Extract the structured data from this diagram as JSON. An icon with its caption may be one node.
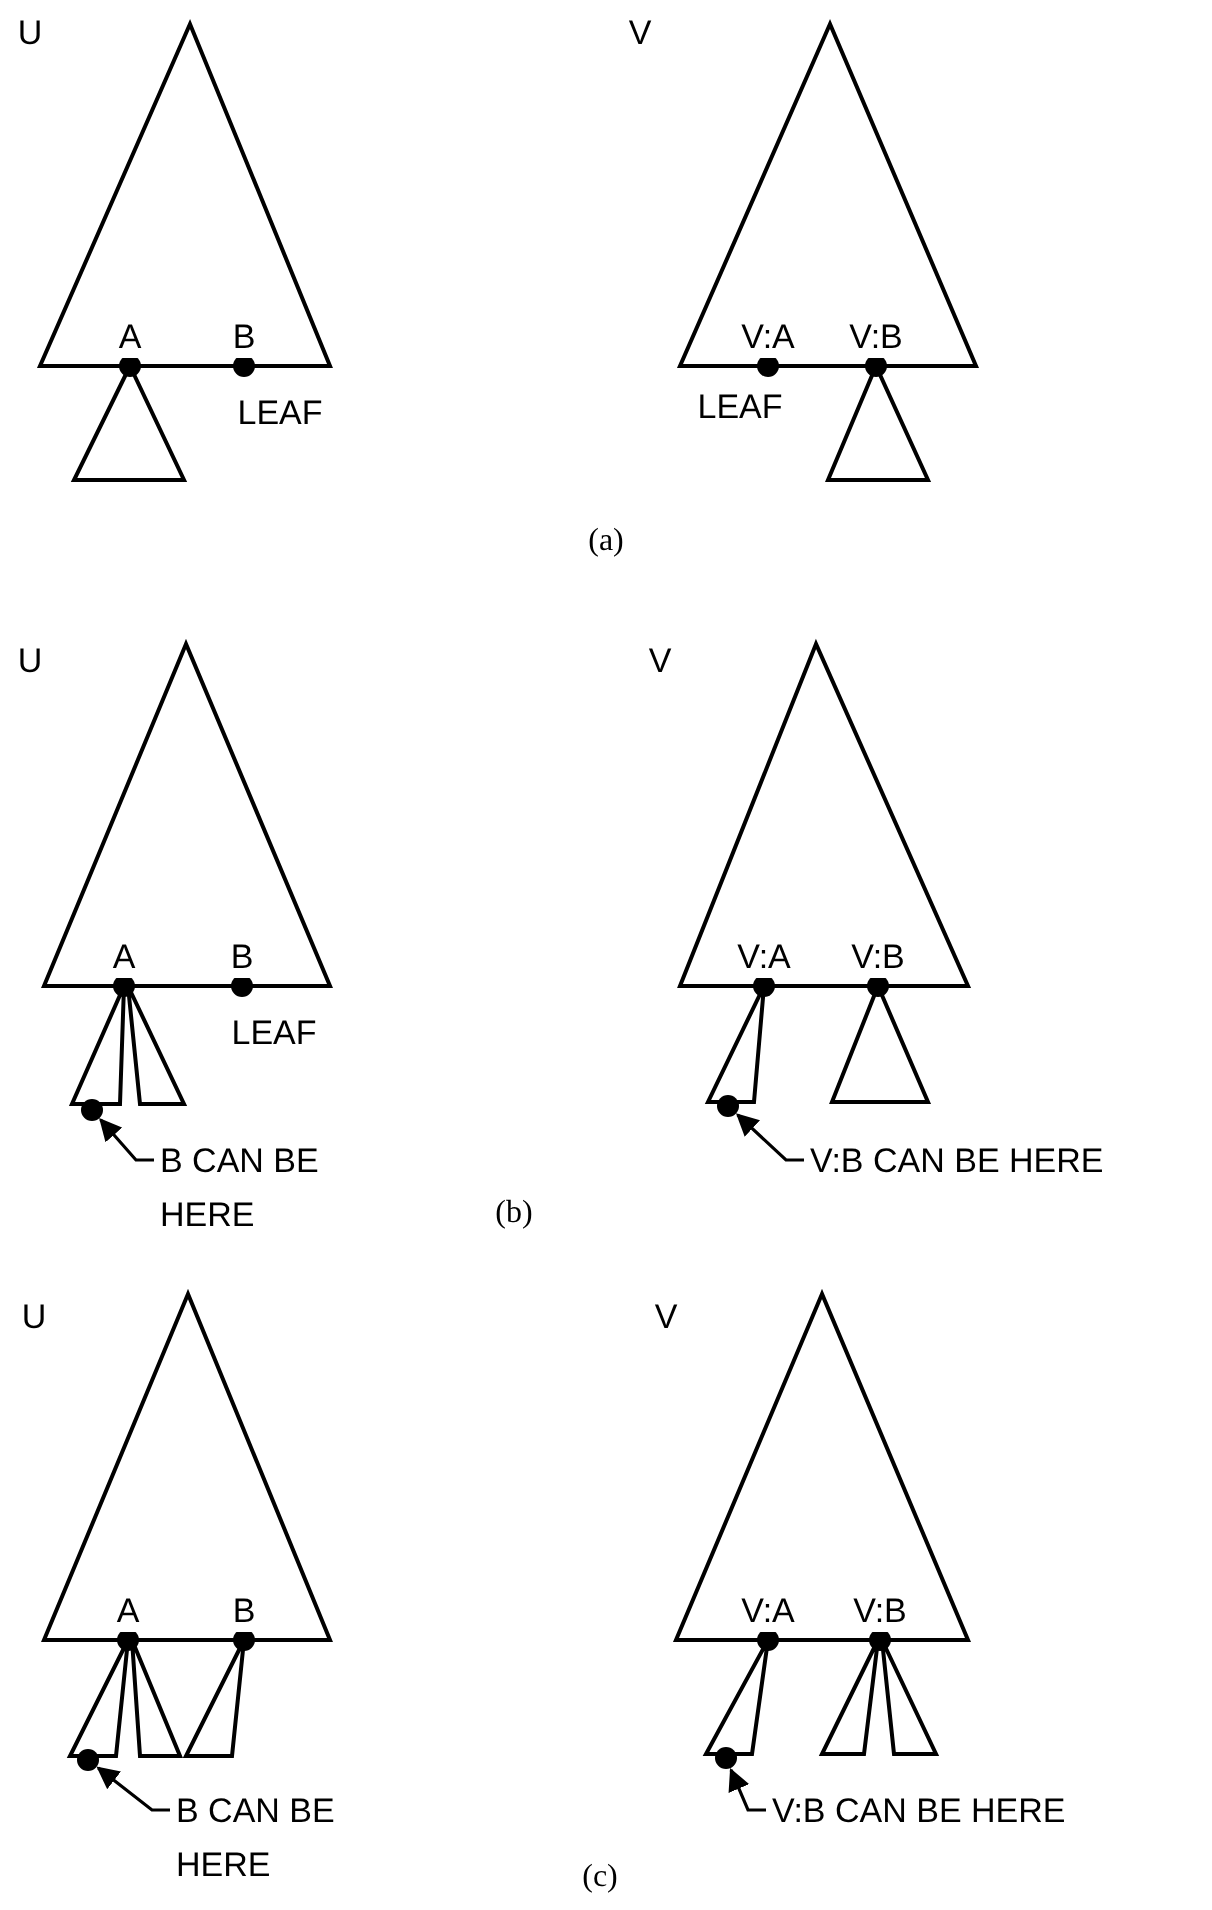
{
  "diagram": {
    "nodes": [
      {
        "text": [],
        "shape": "circle"
      },
      {
        "text": [
          "B CAN BE HERE"
        ]
      },
      {
        "text": [],
        "shape": "circle"
      },
      {
        "text": [
          "V:B CAN BE HERE"
        ]
      },
      {
        "text": [],
        "shape": "circle"
      },
      {
        "text": [
          "B CAN BE HERE"
        ]
      },
      {
        "text": [],
        "shape": "circle"
      },
      {
        "text": [
          "V:B CAN BE HERE"
        ]
      }
    ],
    "edges": [
      {
        "from": 1,
        "to": 0,
        "arrow": "to"
      },
      {
        "from": 3,
        "to": 2,
        "arrow": "to"
      },
      {
        "from": 5,
        "to": 4,
        "arrow": "to"
      },
      {
        "from": 7,
        "to": 6,
        "arrow": "to"
      }
    ],
    "labels": [
      "U",
      "A",
      "B",
      "LEAF",
      "V",
      "V:A",
      "V:B",
      "LEAF",
      "(a)",
      "U",
      "A",
      "B",
      "LEAF",
      "V",
      "V:A",
      "V:B",
      "(b)",
      "U",
      "A",
      "B",
      "V",
      "V:A",
      "V:B",
      "(c)"
    ]
  }
}
